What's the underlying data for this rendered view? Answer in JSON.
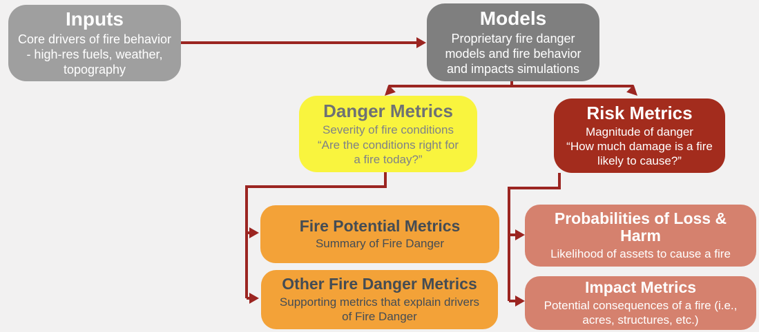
{
  "page": {
    "background_color": "#f2f1f1",
    "arrow_color": "#9b2521"
  },
  "diagram": {
    "nodes": {
      "inputs": {
        "title": "Inputs",
        "body": "Core drivers of fire behavior\n- high-res fuels, weather,\ntopography",
        "fill": "#9f9f9f",
        "text_color": "#ffffff"
      },
      "models": {
        "title": "Models",
        "body": "Proprietary fire danger\nmodels and fire behavior\nand impacts simulations",
        "fill": "#7f7f7f",
        "text_color": "#ffffff"
      },
      "danger": {
        "title": "Danger Metrics",
        "body": "Severity of fire conditions\n“Are the conditions right for\na fire today?”",
        "fill": "#f9f43e",
        "text_color": "#6e7174"
      },
      "risk": {
        "title": "Risk Metrics",
        "body": "Magnitude of danger\n“How much damage is a fire\nlikely to cause?”",
        "fill": "#a32c1d",
        "text_color": "#ffffff"
      },
      "fire_potential": {
        "title": "Fire Potential Metrics",
        "body": "Summary of Fire Danger",
        "fill": "#f3a238",
        "text_color": "#444c54"
      },
      "other_danger": {
        "title": "Other Fire Danger Metrics",
        "body": "Supporting metrics that explain drivers\nof Fire Danger",
        "fill": "#f3a238",
        "text_color": "#444c54"
      },
      "prob_loss": {
        "title": "Probabilities of Loss &\nHarm",
        "body": "Likelihood of assets to cause a fire",
        "fill": "#d5816e",
        "text_color": "#ffffff"
      },
      "impact": {
        "title": "Impact Metrics",
        "body": "Potential consequences of a fire (i.e.,\nacres, structures, etc.)",
        "fill": "#d5816e",
        "text_color": "#ffffff"
      }
    },
    "edges": [
      {
        "from": "Inputs",
        "to": "Models"
      },
      {
        "from": "Models",
        "to": "Danger Metrics"
      },
      {
        "from": "Models",
        "to": "Risk Metrics"
      },
      {
        "from": "Danger Metrics",
        "to": "Fire Potential Metrics"
      },
      {
        "from": "Danger Metrics",
        "to": "Other Fire Danger Metrics"
      },
      {
        "from": "Risk Metrics",
        "to": "Probabilities of Loss & Harm"
      },
      {
        "from": "Risk Metrics",
        "to": "Impact Metrics"
      }
    ]
  }
}
